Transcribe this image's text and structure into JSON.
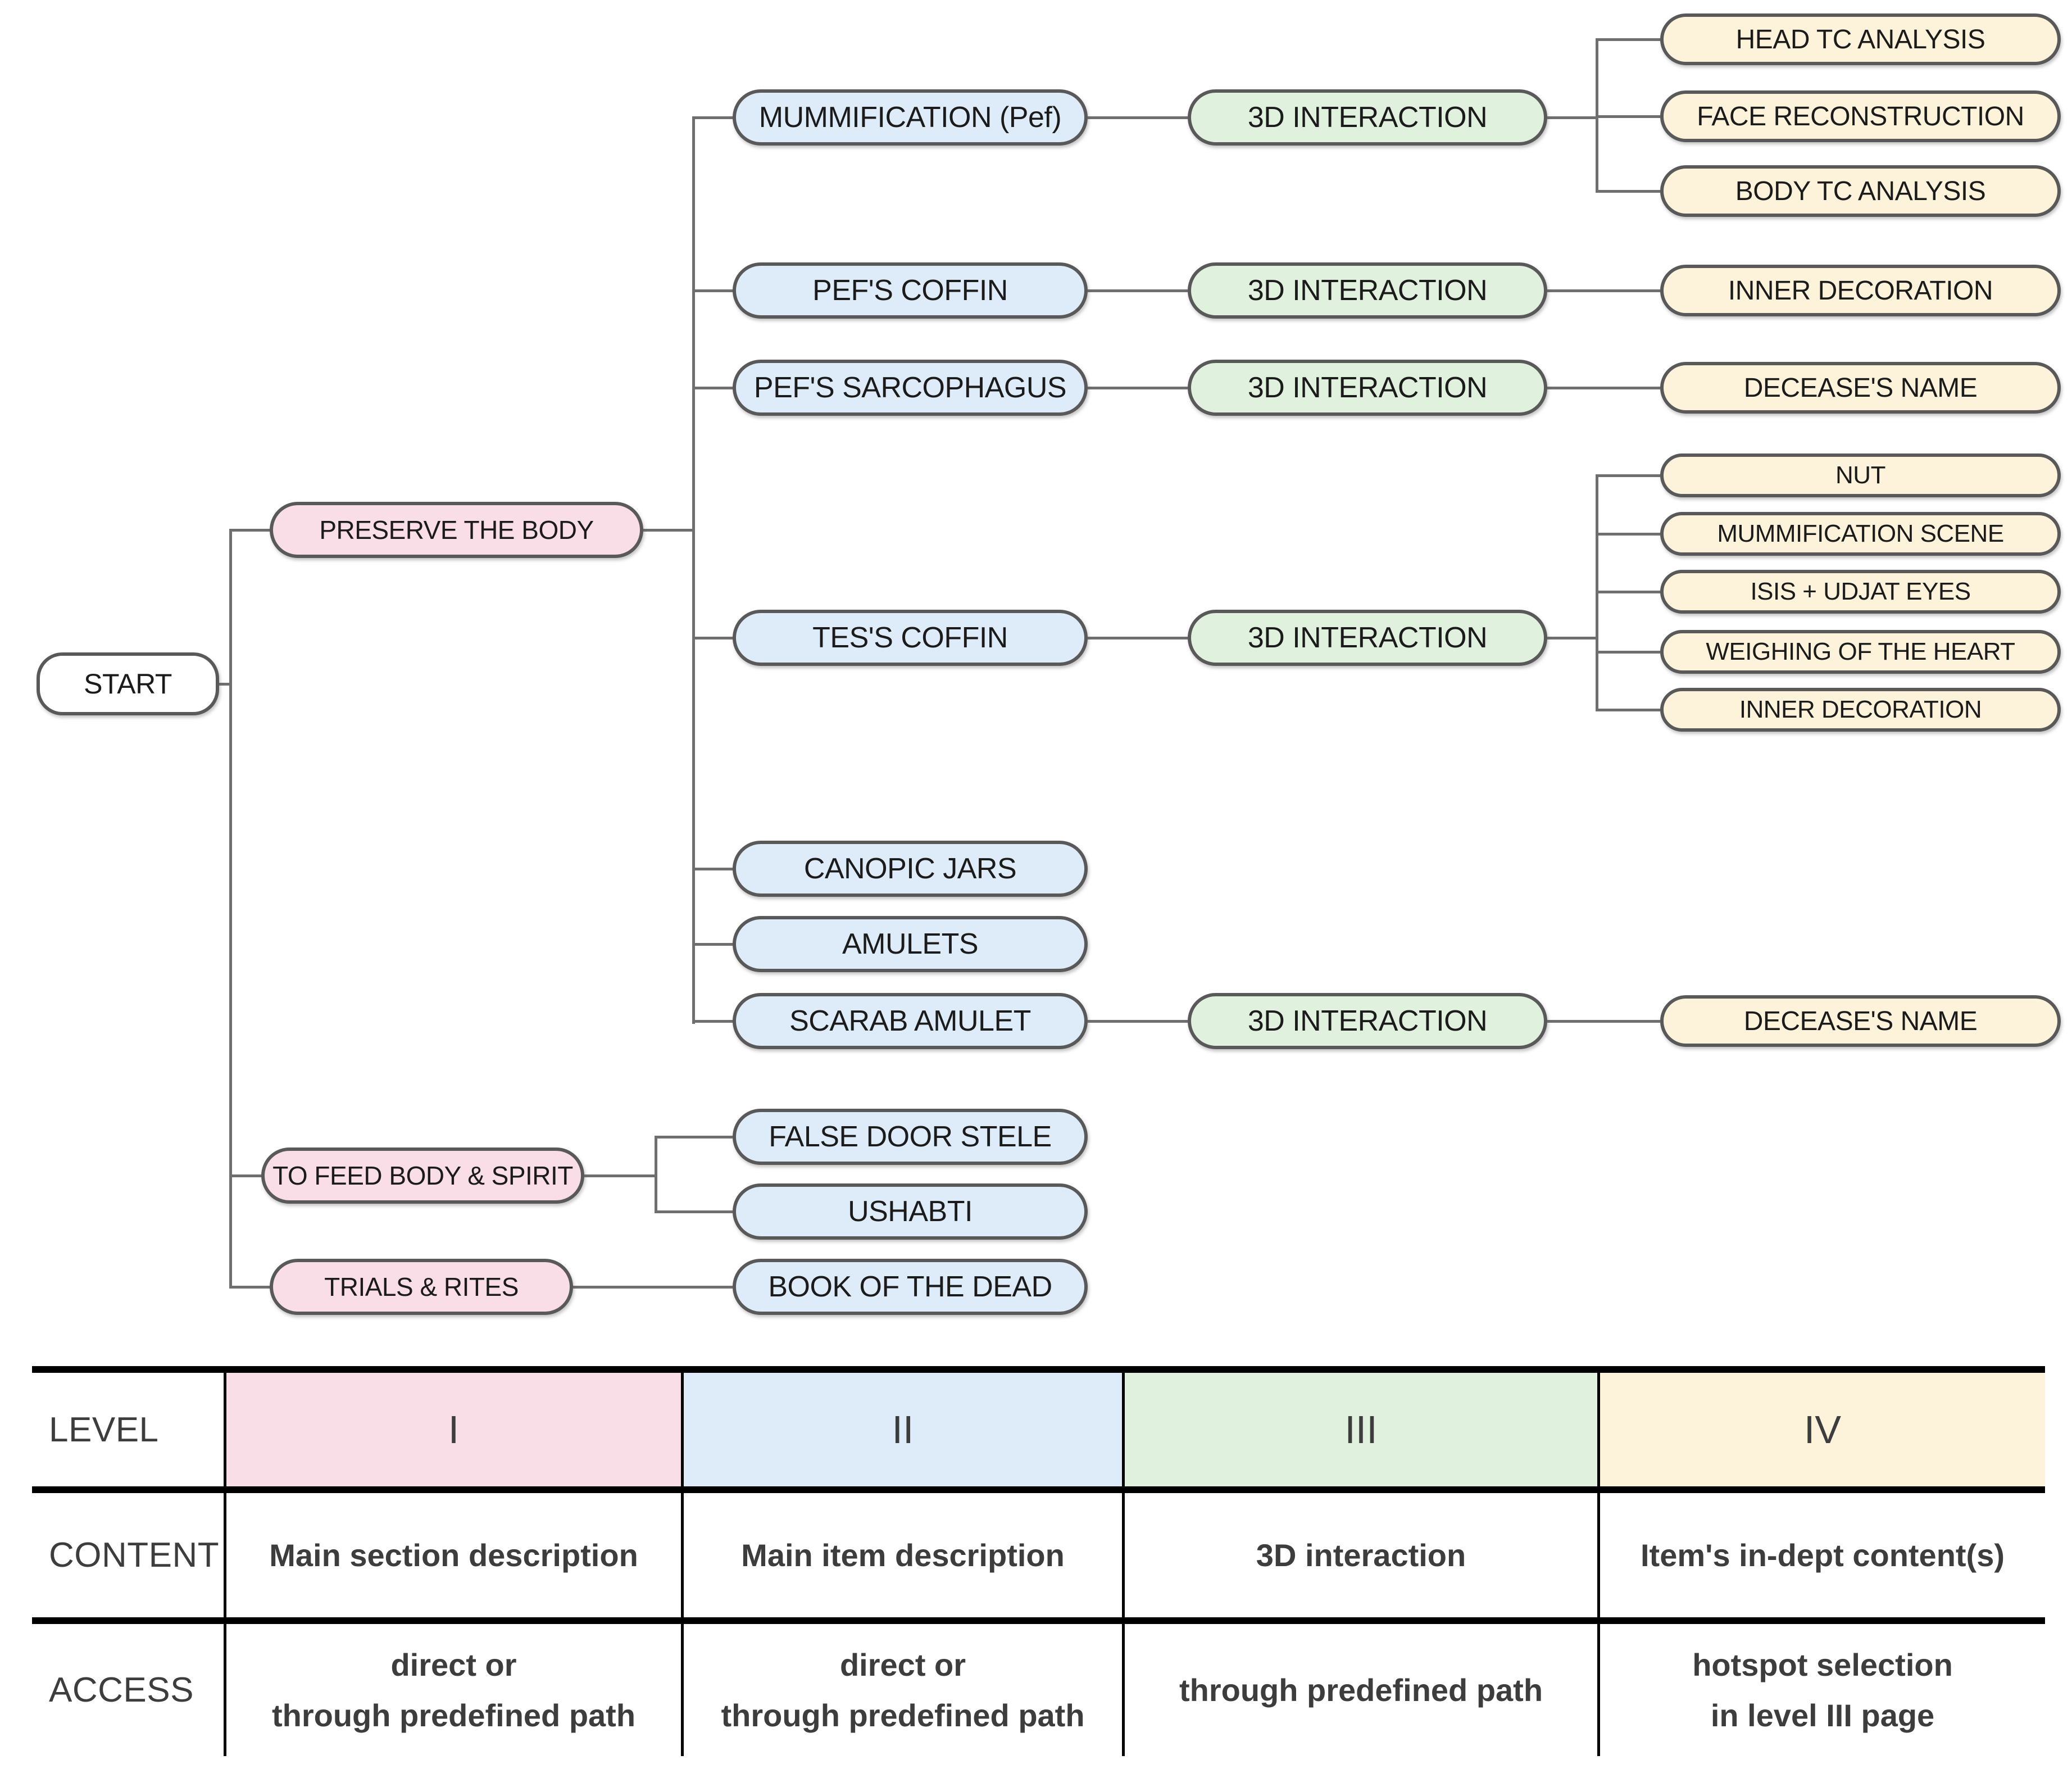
{
  "nodes": {
    "start": "START",
    "preserve": "PRESERVE THE BODY",
    "tofeed": "TO FEED BODY & SPIRIT",
    "trials": "TRIALS & RITES",
    "mumm": "MUMMIFICATION (Pef)",
    "pef_coffin": "PEF'S COFFIN",
    "pef_sarc": "PEF'S SARCOPHAGUS",
    "tes_coffin": "TES'S COFFIN",
    "canopic": "CANOPIC JARS",
    "amulets": "AMULETS",
    "scarab": "SCARAB AMULET",
    "false_door": "FALSE DOOR STELE",
    "ushabti": "USHABTI",
    "book_dead": "BOOK OF THE DEAD",
    "interaction": "3D INTERACTION",
    "head_tc": "HEAD TC ANALYSIS",
    "face_rec": "FACE RECONSTRUCTION",
    "body_tc": "BODY TC ANALYSIS",
    "inner_dec": "INNER DECORATION",
    "decease_name": "DECEASE'S NAME",
    "nut": "NUT",
    "mumm_scene": "MUMMIFICATION SCENE",
    "isis": "ISIS + UDJAT EYES",
    "weighing": "WEIGHING OF THE HEART"
  },
  "table": {
    "row_labels": {
      "level": "LEVEL",
      "content": "CONTENT",
      "access": "ACCESS"
    },
    "columns": [
      {
        "numeral": "I",
        "content": "Main section description",
        "access": "direct or\nthrough predefined path"
      },
      {
        "numeral": "II",
        "content": "Main item description",
        "access": "direct or\nthrough predefined path"
      },
      {
        "numeral": "III",
        "content": "3D interaction",
        "access": "through predefined path"
      },
      {
        "numeral": "IV",
        "content": "Item's in-dept content(s)",
        "access": "hotspot selection\nin level III page"
      }
    ]
  },
  "colors": {
    "level1": "#fadee7",
    "level2": "#ddecf8",
    "level3": "#e0f1dd",
    "level4": "#fdf3da",
    "node_border": "#595959",
    "connector": "#6f6f6f",
    "table_border": "#000000",
    "text": "#1b1b1b",
    "table_text": "#3d3d3d"
  }
}
